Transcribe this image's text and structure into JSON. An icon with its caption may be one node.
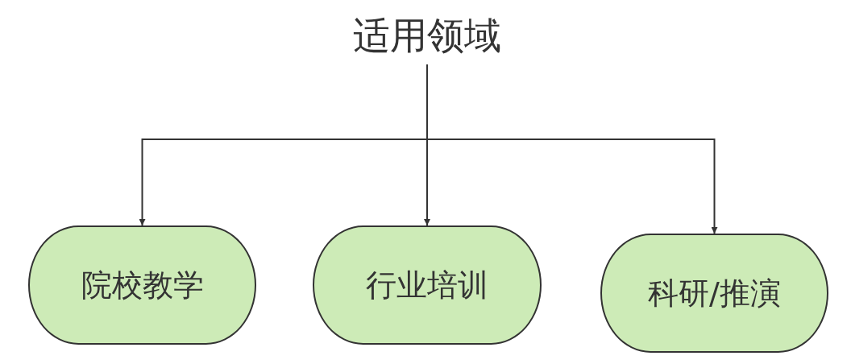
{
  "diagram": {
    "nodes": [
      {
        "text": [
          "适用领域"
        ]
      },
      {
        "text": [
          "院校教学"
        ]
      },
      {
        "text": [
          "行业培训"
        ]
      },
      {
        "text": [
          "科研/推演"
        ]
      }
    ],
    "edges": [
      {
        "from": 0,
        "to": 1,
        "arrow": "to"
      },
      {
        "from": 0,
        "to": 2,
        "arrow": "to"
      },
      {
        "from": 0,
        "to": 3,
        "arrow": "to"
      }
    ]
  }
}
